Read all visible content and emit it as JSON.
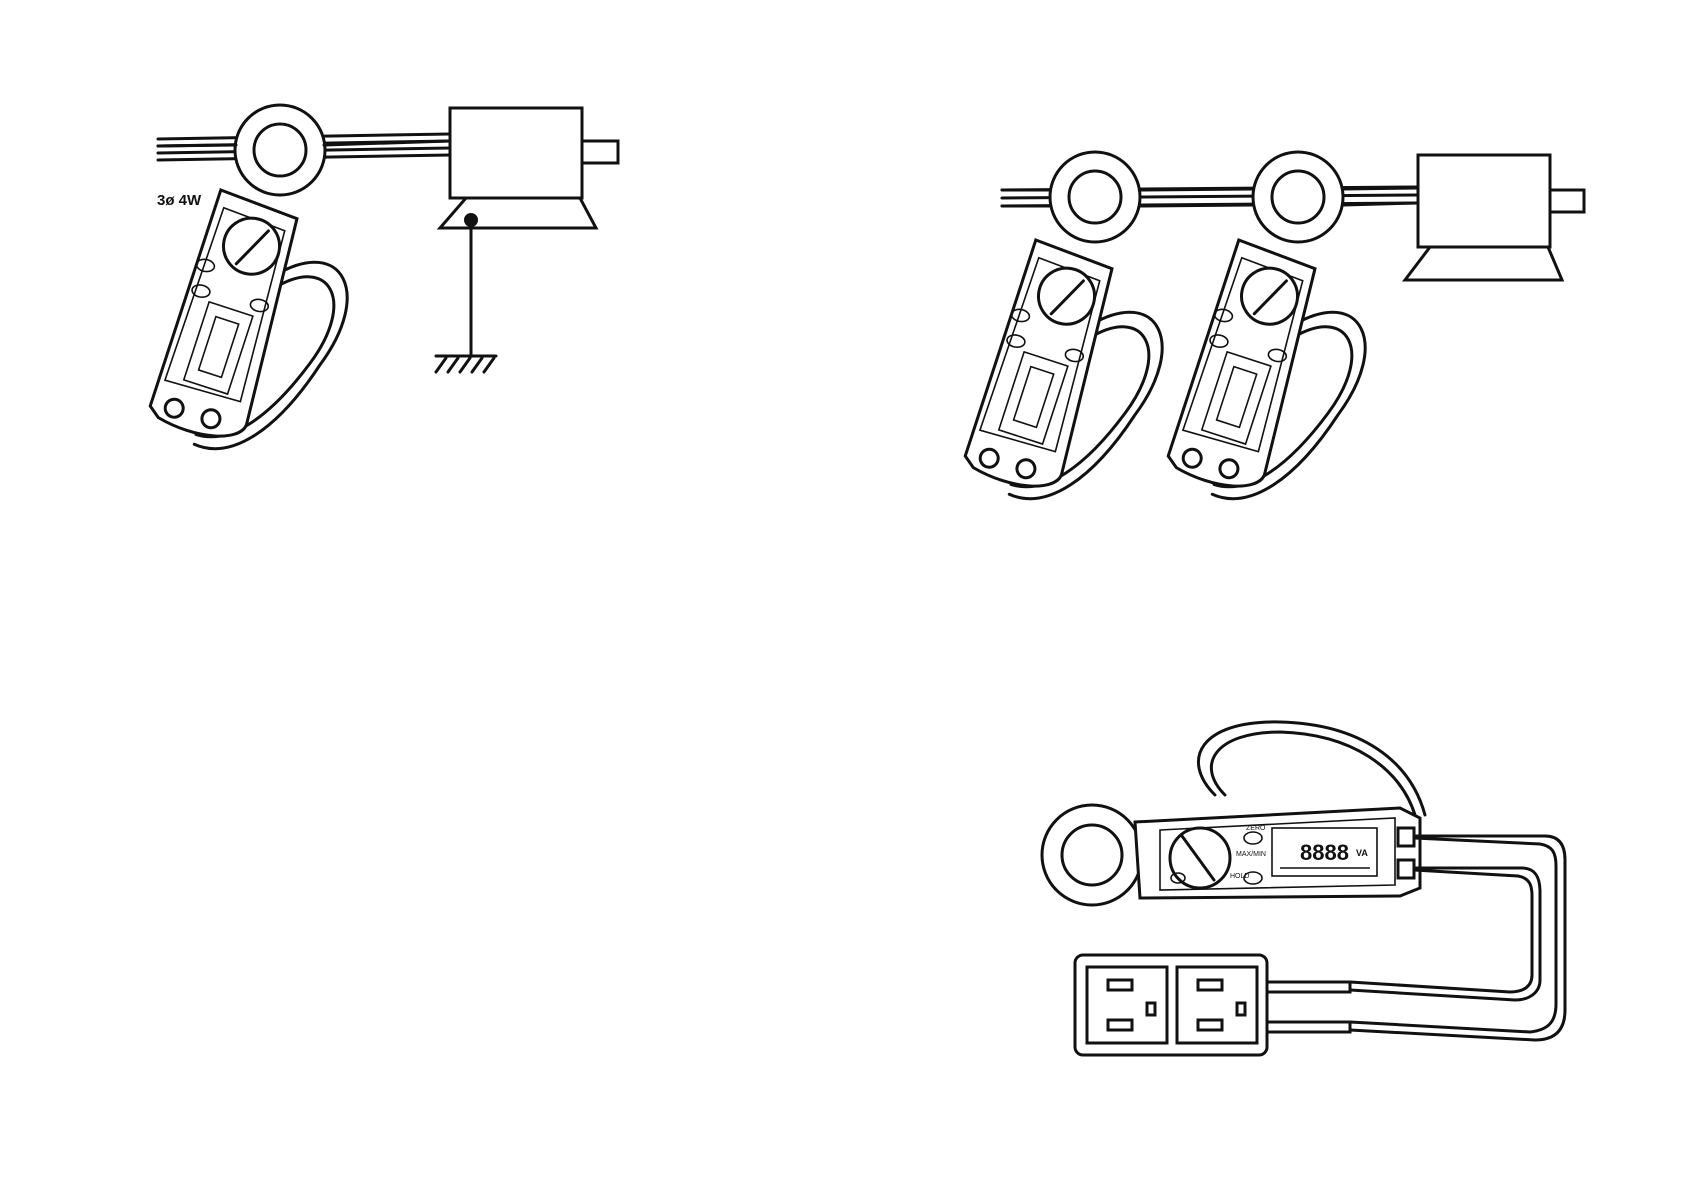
{
  "diagram1": {
    "system_label": "3ø 4W"
  },
  "meter_display": {
    "digits": "8888",
    "unit": "VA"
  },
  "meter_panel": {
    "zero_label": "ZERO",
    "hold_label": "HOLD",
    "max_label": "MAX/MIN"
  },
  "icons": {
    "ground": "ground-symbol-icon",
    "clamp": "clamp-jaw-icon",
    "rotary": "rotary-switch-icon",
    "outlet": "outlet-icon"
  },
  "colors": {
    "line": "#111111",
    "background": "#ffffff"
  }
}
